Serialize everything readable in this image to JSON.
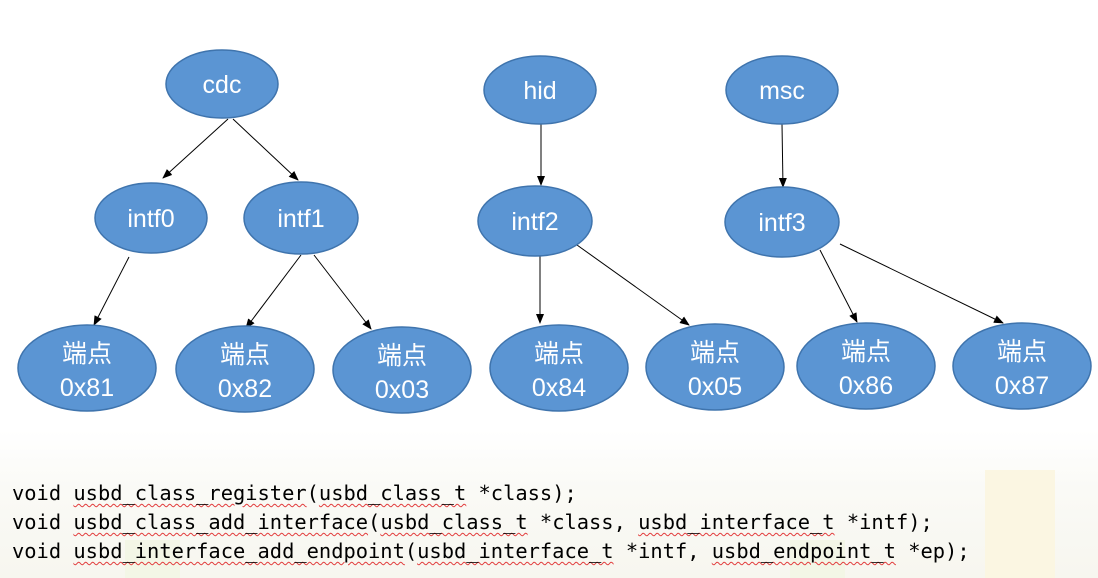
{
  "diagram": {
    "nodes": {
      "cdc": {
        "label": "cdc"
      },
      "hid": {
        "label": "hid"
      },
      "msc": {
        "label": "msc"
      },
      "intf0": {
        "label": "intf0"
      },
      "intf1": {
        "label": "intf1"
      },
      "intf2": {
        "label": "intf2"
      },
      "intf3": {
        "label": "intf3"
      },
      "ep81": {
        "line1": "端点",
        "line2": "0x81"
      },
      "ep82": {
        "line1": "端点",
        "line2": "0x82"
      },
      "ep03": {
        "line1": "端点",
        "line2": "0x03"
      },
      "ep84": {
        "line1": "端点",
        "line2": "0x84"
      },
      "ep05": {
        "line1": "端点",
        "line2": "0x05"
      },
      "ep86": {
        "line1": "端点",
        "line2": "0x86"
      },
      "ep87": {
        "line1": "端点",
        "line2": "0x87"
      }
    },
    "edges": [
      [
        "cdc",
        "intf0"
      ],
      [
        "cdc",
        "intf1"
      ],
      [
        "hid",
        "intf2"
      ],
      [
        "msc",
        "intf3"
      ],
      [
        "intf0",
        "ep81"
      ],
      [
        "intf1",
        "ep82"
      ],
      [
        "intf1",
        "ep03"
      ],
      [
        "intf2",
        "ep84"
      ],
      [
        "intf2",
        "ep05"
      ],
      [
        "intf3",
        "ep86"
      ],
      [
        "intf3",
        "ep87"
      ]
    ],
    "node_fill": "#5b95d3"
  },
  "code": {
    "line1": {
      "kw": "void",
      "fn": "usbd_class_register",
      "open": "(",
      "t1": "usbd_class_t",
      "p1": " *class",
      "close": ");"
    },
    "line2": {
      "kw": "void",
      "fn": "usbd_class_add_interface",
      "open": "(",
      "t1": "usbd_class_t",
      "p1": " *class, ",
      "t2": "usbd_interface_t",
      "p2": " *intf",
      "close": ");"
    },
    "line3": {
      "kw": "void",
      "fn": "usbd_interface_add_endpoint",
      "open": "(",
      "t1": "usbd_interface_t",
      "p1": " *intf, ",
      "t2": "usbd_endpoint_t",
      "p2": " *ep",
      "close": ");"
    }
  }
}
